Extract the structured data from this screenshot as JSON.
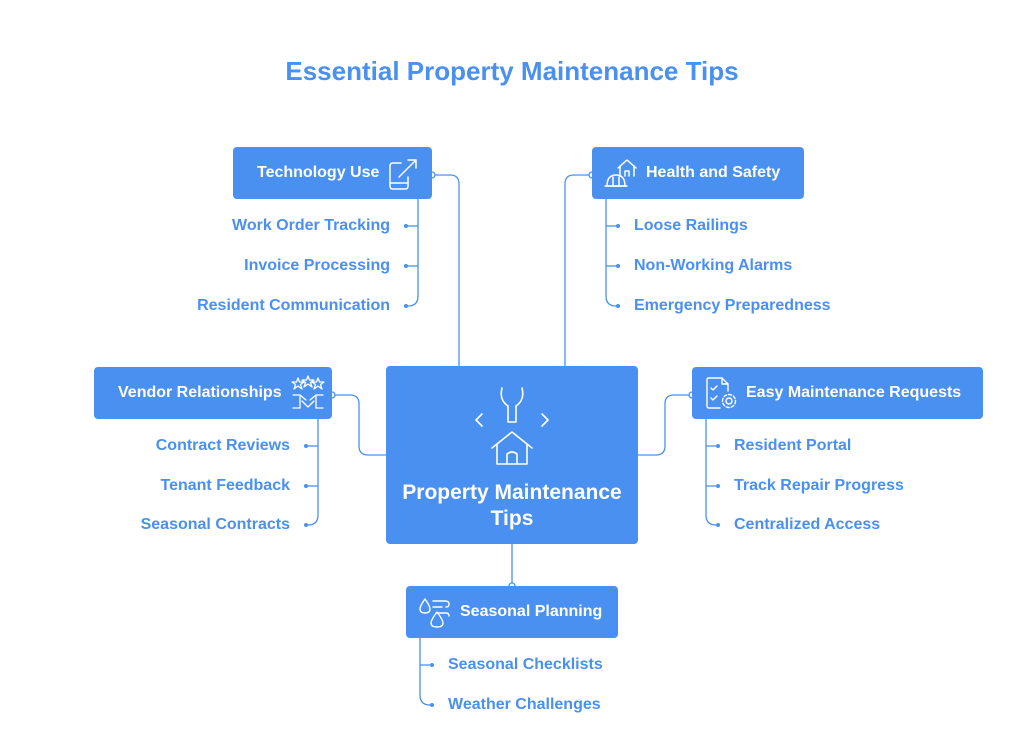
{
  "title": "Essential Property Maintenance Tips",
  "center": {
    "label": "Property Maintenance Tips",
    "icon": "house-tools-icon"
  },
  "branches": {
    "technology": {
      "label": "Technology Use",
      "icon": "phone-arrow-icon",
      "items": [
        "Work Order Tracking",
        "Invoice Processing",
        "Resident Communication"
      ]
    },
    "health": {
      "label": "Health and Safety",
      "icon": "house-helmet-icon",
      "items": [
        "Loose Railings",
        "Non-Working Alarms",
        "Emergency Preparedness"
      ]
    },
    "vendor": {
      "label": "Vendor Relationships",
      "icon": "handshake-stars-icon",
      "items": [
        "Contract Reviews",
        "Tenant Feedback",
        "Seasonal Contracts"
      ]
    },
    "requests": {
      "label": "Easy Maintenance Requests",
      "icon": "checklist-gear-icon",
      "items": [
        "Resident Portal",
        "Track Repair Progress",
        "Centralized Access"
      ]
    },
    "seasonal": {
      "label": "Seasonal Planning",
      "icon": "weather-drops-icon",
      "items": [
        "Seasonal Checklists",
        "Weather Challenges"
      ]
    }
  },
  "colors": {
    "accent": "#4a90f0",
    "text_on_accent": "#ffffff"
  }
}
